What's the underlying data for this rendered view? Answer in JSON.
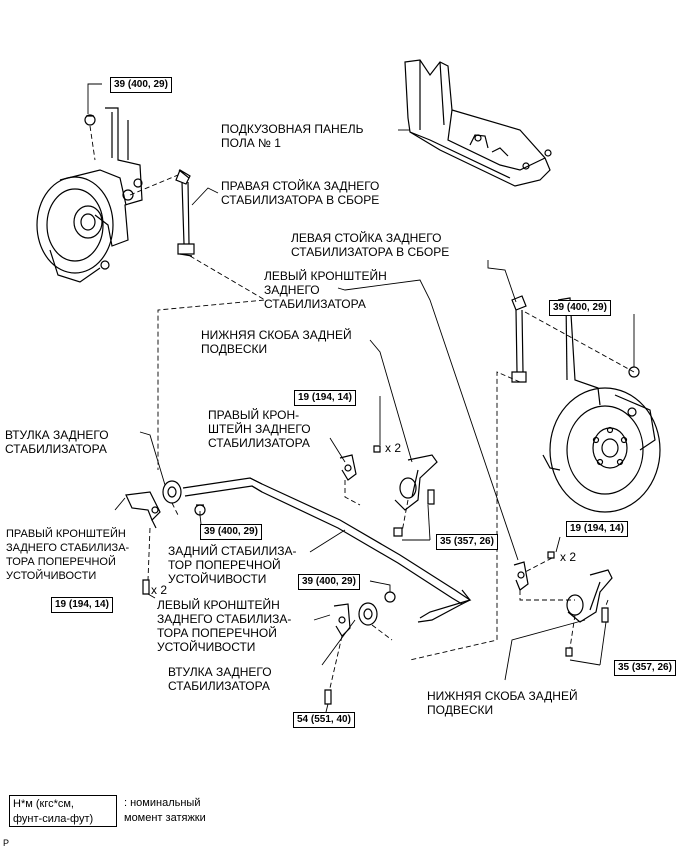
{
  "torque_specs": {
    "t1": "39 (400, 29)",
    "t2": "39 (400, 29)",
    "t3": "19 (194, 14)",
    "t4": "39 (400, 29)",
    "t5": "35 (357, 26)",
    "t6": "19 (194, 14)",
    "t7": "19 (194, 14)",
    "t8": "39 (400, 29)",
    "t9": "35 (357, 26)",
    "t10": "54 (551, 40)"
  },
  "multipliers": {
    "m1": "x 2",
    "m2": "x 2",
    "m3": "x 2"
  },
  "labels": {
    "floor_panel": [
      "ПОДКУЗОВНАЯ ПАНЕЛЬ",
      "ПОЛА № 1"
    ],
    "right_link": [
      "ПРАВАЯ СТОЙКА ЗАДНЕГО",
      "СТАБИЛИЗАТОРА В СБОРЕ"
    ],
    "left_link": [
      "ЛЕВАЯ СТОЙКА ЗАДНЕГО",
      "СТАБИЛИЗАТОРА В СБОРЕ"
    ],
    "left_bracket_top": [
      "ЛЕВЫЙ КРОНШТЕЙН",
      "ЗАДНЕГО",
      "СТАБИЛИЗАТОРА"
    ],
    "lower_arm_top": [
      "НИЖНЯЯ СКОБА ЗАДНЕЙ",
      "ПОДВЕСКИ"
    ],
    "right_bracket_mid": [
      "ПРАВЫЙ КРОН-",
      "ШТЕЙН ЗАДНЕГО",
      "СТАБИЛИЗАТОРА"
    ],
    "bushing_top": [
      "ВТУЛКА ЗАДНЕГО",
      "СТАБИЛИЗАТОРА"
    ],
    "right_bracket_left": [
      "ПРАВЫЙ КРОНШТЕЙН",
      "ЗАДНЕГО СТАБИЛИЗА-",
      "ТОРА ПОПЕРЕЧНОЙ",
      "УСТОЙЧИВОСТИ"
    ],
    "stabilizer_bar": [
      "ЗАДНИЙ СТАБИЛИЗА-",
      "ТОР ПОПЕРЕЧНОЙ",
      "УСТОЙЧИВОСТИ"
    ],
    "left_bracket_bottom": [
      "ЛЕВЫЙ КРОНШТЕЙН",
      "ЗАДНЕГО СТАБИЛИЗА-",
      "ТОРА ПОПЕРЕЧНОЙ",
      "УСТОЙЧИВОСТИ"
    ],
    "bushing_bottom": [
      "ВТУЛКА ЗАДНЕГО",
      "СТАБИЛИЗАТОРА"
    ],
    "lower_arm_bottom": [
      "НИЖНЯЯ СКОБА ЗАДНЕЙ",
      "ПОДВЕСКИ"
    ]
  },
  "legend": {
    "box_line1": "Н*м (кгс*см,",
    "box_line2": "фунт-сила-фут)",
    "text_line1": ": номинальный",
    "text_line2": "момент затяжки"
  },
  "page_mark": "P"
}
